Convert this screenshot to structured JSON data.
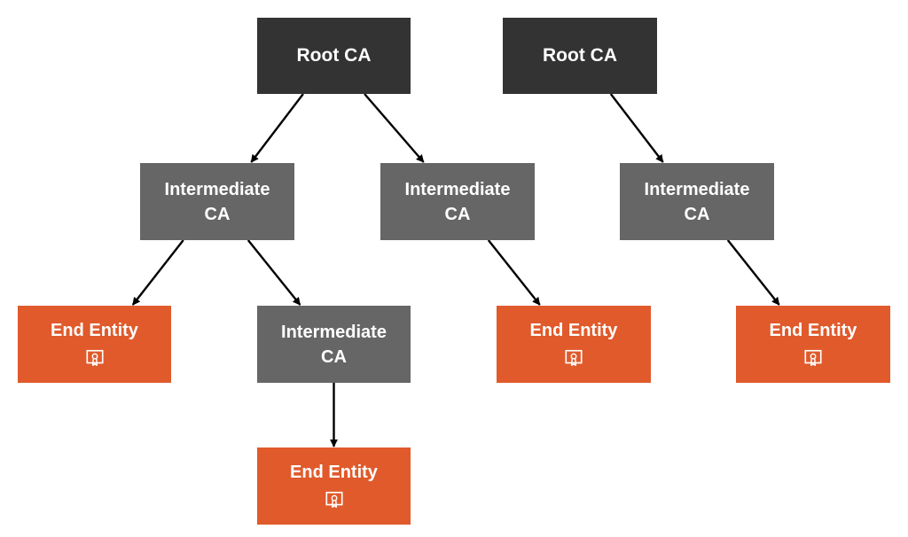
{
  "colors": {
    "root": "#333333",
    "intermediate": "#666666",
    "end_entity": "#e05a2b",
    "text": "#ffffff",
    "arrow": "#000000"
  },
  "nodes": {
    "root1": {
      "label": "Root CA"
    },
    "root2": {
      "label": "Root CA"
    },
    "int1": {
      "line1": "Intermediate",
      "line2": "CA"
    },
    "int2": {
      "line1": "Intermediate",
      "line2": "CA"
    },
    "int3": {
      "line1": "Intermediate",
      "line2": "CA"
    },
    "int4": {
      "line1": "Intermediate",
      "line2": "CA"
    },
    "end1": {
      "label": "End Entity",
      "icon": "certificate-icon"
    },
    "end2": {
      "label": "End Entity",
      "icon": "certificate-icon"
    },
    "end3": {
      "label": "End Entity",
      "icon": "certificate-icon"
    },
    "end4": {
      "label": "End Entity",
      "icon": "certificate-icon"
    }
  },
  "edges": [
    [
      "root1",
      "int1"
    ],
    [
      "root1",
      "int2"
    ],
    [
      "root2",
      "int3"
    ],
    [
      "int1",
      "end1"
    ],
    [
      "int1",
      "int4"
    ],
    [
      "int4",
      "end4"
    ],
    [
      "int2",
      "end2"
    ],
    [
      "int3",
      "end3"
    ]
  ]
}
